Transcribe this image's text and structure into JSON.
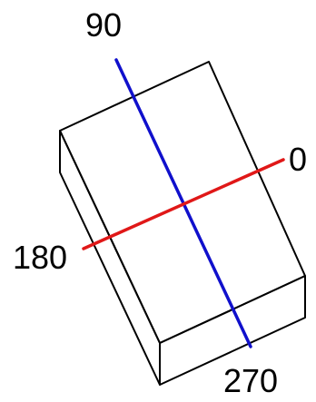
{
  "diagram": {
    "labels": {
      "north": "90",
      "east": "0",
      "west": "180",
      "south": "270"
    },
    "colors": {
      "edge": "#000000",
      "vertical_axis": "#1010cc",
      "horizontal_axis": "#e01818"
    }
  }
}
